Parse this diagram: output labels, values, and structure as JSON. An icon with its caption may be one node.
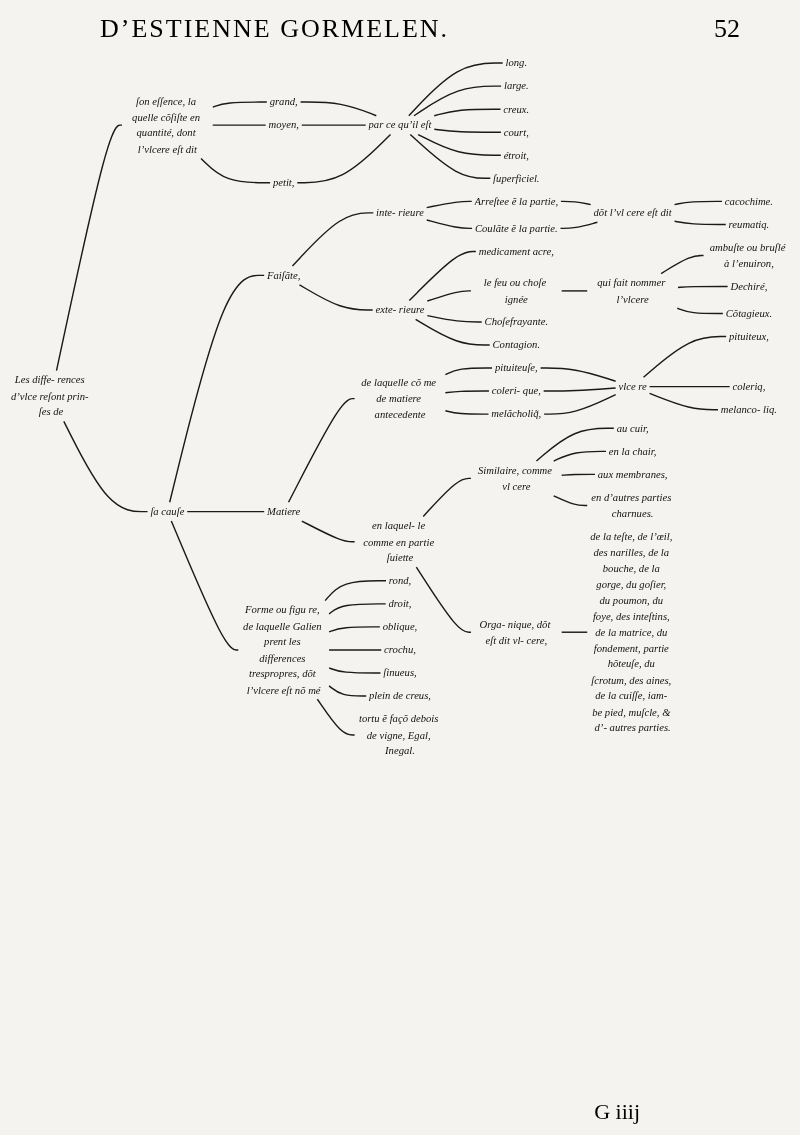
{
  "diagram": {
    "title": "D’ESTIENNE GORMELEN.",
    "nodes": [
      {
        "text": [
          "Les diffe- rences d’vlce reſont prin- ſes de"
        ]
      },
      {
        "text": [
          "ſon eſſence, la quelle cõſiſte en quantité, dont l’vlcere eſt dit"
        ]
      },
      {
        "text": [
          "grand,"
        ]
      },
      {
        "text": [
          "moyen,"
        ]
      },
      {
        "text": [
          "petit,"
        ]
      },
      {
        "text": [
          "par ce qu’il eſt"
        ]
      },
      {
        "text": [
          "long."
        ]
      },
      {
        "text": [
          "large."
        ]
      },
      {
        "text": [
          "creux."
        ]
      },
      {
        "text": [
          "court,"
        ]
      },
      {
        "text": [
          "étroit,"
        ]
      },
      {
        "text": [
          "ſuperficiel."
        ]
      },
      {
        "text": [
          "ſa cauſe"
        ]
      },
      {
        "text": [
          "Faiſãte,"
        ]
      },
      {
        "text": [
          "inte- rieure"
        ]
      },
      {
        "text": [
          "Arreſtee ẽ la partie,"
        ]
      },
      {
        "text": [
          "Coulãte ẽ la partie."
        ]
      },
      {
        "text": [
          "dõt l’vl cere eſt dit"
        ]
      },
      {
        "text": [
          "cacochime."
        ]
      },
      {
        "text": [
          "reumatiq."
        ]
      },
      {
        "text": [
          "exte- rieure"
        ]
      },
      {
        "text": [
          "medicament acre,"
        ]
      },
      {
        "text": [
          "le feu ou choſe ignée"
        ]
      },
      {
        "text": [
          "qui fait nommer l’vlcere"
        ]
      },
      {
        "text": [
          "ambuſte ou bruſlé à l’enuiron,"
        ]
      },
      {
        "text": [
          "Dechiré,"
        ]
      },
      {
        "text": [
          "Cõtagieux."
        ]
      },
      {
        "text": [
          "Choſefrayante."
        ]
      },
      {
        "text": [
          "Contagion."
        ]
      },
      {
        "text": [
          "Matiere"
        ]
      },
      {
        "text": [
          "de laquelle cõ me de matiere antecedente"
        ]
      },
      {
        "text": [
          "pituiteuſe,"
        ]
      },
      {
        "text": [
          "coleri- que,"
        ]
      },
      {
        "text": [
          "melãcholiq̃,"
        ]
      },
      {
        "text": [
          "vlce re"
        ]
      },
      {
        "text": [
          "pituiteux,"
        ]
      },
      {
        "text": [
          "coleriq,"
        ]
      },
      {
        "text": [
          "melanco- liq."
        ]
      },
      {
        "text": [
          "en laquel- le comme en partie ſuiette"
        ]
      },
      {
        "text": [
          "Similaire, comme vl cere"
        ]
      },
      {
        "text": [
          "au cuir,"
        ]
      },
      {
        "text": [
          "en la chair,"
        ]
      },
      {
        "text": [
          "aux membranes,"
        ]
      },
      {
        "text": [
          "en d’autres parties charnues."
        ]
      },
      {
        "text": [
          "Orga- nique, dõt eſt dit vl- cere,"
        ]
      },
      {
        "text": [
          "de la teſte, de l’œil, des narilles, de la bouche, de la gorge, du goſier, du poumon, du foye, des inteſtins, de la matrice, du fondement, partie hõteuſe, du ſcrotum, des aines, de la cuiſſe, iam- be pied, muſcle, & d’- autres parties."
        ]
      },
      {
        "text": [
          "Forme ou figu re, de laquelle Galien prent les differences trespropres, dõt l’vlcere eſt nõ mé"
        ]
      },
      {
        "text": [
          "rond,"
        ]
      },
      {
        "text": [
          "droit,"
        ]
      },
      {
        "text": [
          "oblique,"
        ]
      },
      {
        "text": [
          "crochu,"
        ]
      },
      {
        "text": [
          "ſinueus,"
        ]
      },
      {
        "text": [
          "plein de creus,"
        ]
      },
      {
        "text": [
          "tortu ẽ façõ debois de vigne, Egal, Inegal."
        ]
      }
    ],
    "edges": [
      {
        "from": 0,
        "to": 1,
        "arrow": "none"
      },
      {
        "from": 1,
        "to": 2,
        "arrow": "none"
      },
      {
        "from": 1,
        "to": 3,
        "arrow": "none"
      },
      {
        "from": 1,
        "to": 4,
        "arrow": "none"
      },
      {
        "from": 2,
        "to": 5,
        "arrow": "none"
      },
      {
        "from": 3,
        "to": 5,
        "arrow": "none"
      },
      {
        "from": 4,
        "to": 5,
        "arrow": "none"
      },
      {
        "from": 5,
        "to": 6,
        "arrow": "none"
      },
      {
        "from": 5,
        "to": 7,
        "arrow": "none"
      },
      {
        "from": 5,
        "to": 8,
        "arrow": "none"
      },
      {
        "from": 5,
        "to": 9,
        "arrow": "none"
      },
      {
        "from": 5,
        "to": 10,
        "arrow": "none"
      },
      {
        "from": 5,
        "to": 11,
        "arrow": "none"
      },
      {
        "from": 0,
        "to": 12,
        "arrow": "none"
      },
      {
        "from": 12,
        "to": 13,
        "arrow": "none"
      },
      {
        "from": 13,
        "to": 14,
        "arrow": "none"
      },
      {
        "from": 14,
        "to": 15,
        "arrow": "none"
      },
      {
        "from": 14,
        "to": 16,
        "arrow": "none"
      },
      {
        "from": 15,
        "to": 17,
        "arrow": "none"
      },
      {
        "from": 16,
        "to": 17,
        "arrow": "none"
      },
      {
        "from": 17,
        "to": 18,
        "arrow": "none"
      },
      {
        "from": 17,
        "to": 19,
        "arrow": "none"
      },
      {
        "from": 13,
        "to": 20,
        "arrow": "none"
      },
      {
        "from": 20,
        "to": 21,
        "arrow": "none"
      },
      {
        "from": 20,
        "to": 22,
        "arrow": "none"
      },
      {
        "from": 22,
        "to": 23,
        "arrow": "none"
      },
      {
        "from": 23,
        "to": 24,
        "arrow": "none"
      },
      {
        "from": 23,
        "to": 25,
        "arrow": "none"
      },
      {
        "from": 23,
        "to": 26,
        "arrow": "none"
      },
      {
        "from": 20,
        "to": 27,
        "arrow": "none"
      },
      {
        "from": 20,
        "to": 28,
        "arrow": "none"
      },
      {
        "from": 12,
        "to": 29,
        "arrow": "none"
      },
      {
        "from": 29,
        "to": 30,
        "arrow": "none"
      },
      {
        "from": 30,
        "to": 31,
        "arrow": "none"
      },
      {
        "from": 30,
        "to": 32,
        "arrow": "none"
      },
      {
        "from": 30,
        "to": 33,
        "arrow": "none"
      },
      {
        "from": 31,
        "to": 34,
        "arrow": "none"
      },
      {
        "from": 32,
        "to": 34,
        "arrow": "none"
      },
      {
        "from": 33,
        "to": 34,
        "arrow": "none"
      },
      {
        "from": 34,
        "to": 35,
        "arrow": "none"
      },
      {
        "from": 34,
        "to": 36,
        "arrow": "none"
      },
      {
        "from": 34,
        "to": 37,
        "arrow": "none"
      },
      {
        "from": 29,
        "to": 38,
        "arrow": "none"
      },
      {
        "from": 38,
        "to": 39,
        "arrow": "none"
      },
      {
        "from": 39,
        "to": 40,
        "arrow": "none"
      },
      {
        "from": 39,
        "to": 41,
        "arrow": "none"
      },
      {
        "from": 39,
        "to": 42,
        "arrow": "none"
      },
      {
        "from": 39,
        "to": 43,
        "arrow": "none"
      },
      {
        "from": 38,
        "to": 44,
        "arrow": "none"
      },
      {
        "from": 44,
        "to": 45,
        "arrow": "none"
      },
      {
        "from": 12,
        "to": 46,
        "arrow": "none"
      },
      {
        "from": 46,
        "to": 47,
        "arrow": "none"
      },
      {
        "from": 46,
        "to": 48,
        "arrow": "none"
      },
      {
        "from": 46,
        "to": 49,
        "arrow": "none"
      },
      {
        "from": 46,
        "to": 50,
        "arrow": "none"
      },
      {
        "from": 46,
        "to": 51,
        "arrow": "none"
      },
      {
        "from": 46,
        "to": 52,
        "arrow": "none"
      },
      {
        "from": 46,
        "to": 53,
        "arrow": "none"
      }
    ],
    "labels": [
      "52",
      "G iiij"
    ]
  }
}
